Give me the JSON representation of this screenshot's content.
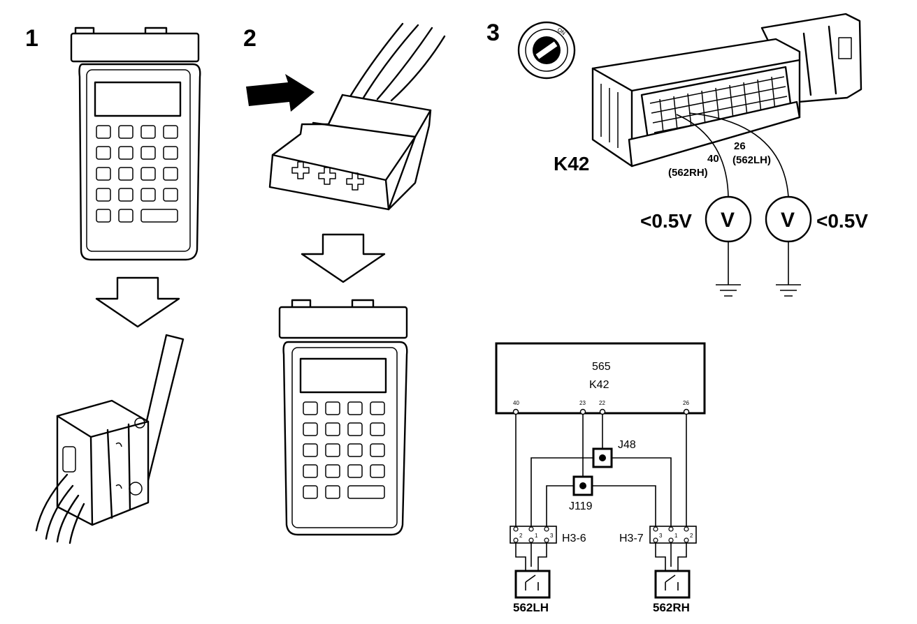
{
  "steps": [
    "1",
    "2",
    "3"
  ],
  "connector_photo": {
    "label": "K42",
    "ignition_label": "ON",
    "pin_a": "40",
    "pin_a_sub": "(562RH)",
    "pin_b": "26",
    "pin_b_sub": "(562LH)",
    "meter_left_reading": "<0.5V",
    "meter_right_reading": "<0.5V",
    "meter_symbol": "V"
  },
  "schematic": {
    "ecu_code": "565",
    "ecu_name": "K42",
    "ecu_pins": [
      "40",
      "23",
      "22",
      "26"
    ],
    "junction_upper": "J48",
    "junction_lower": "J119",
    "connector_left": "H3-6",
    "connector_left_pins": [
      "2",
      "1",
      "3"
    ],
    "connector_right": "H3-7",
    "connector_right_pins": [
      "3",
      "1",
      "2"
    ],
    "switch_left": "562LH",
    "switch_right": "562RH"
  }
}
